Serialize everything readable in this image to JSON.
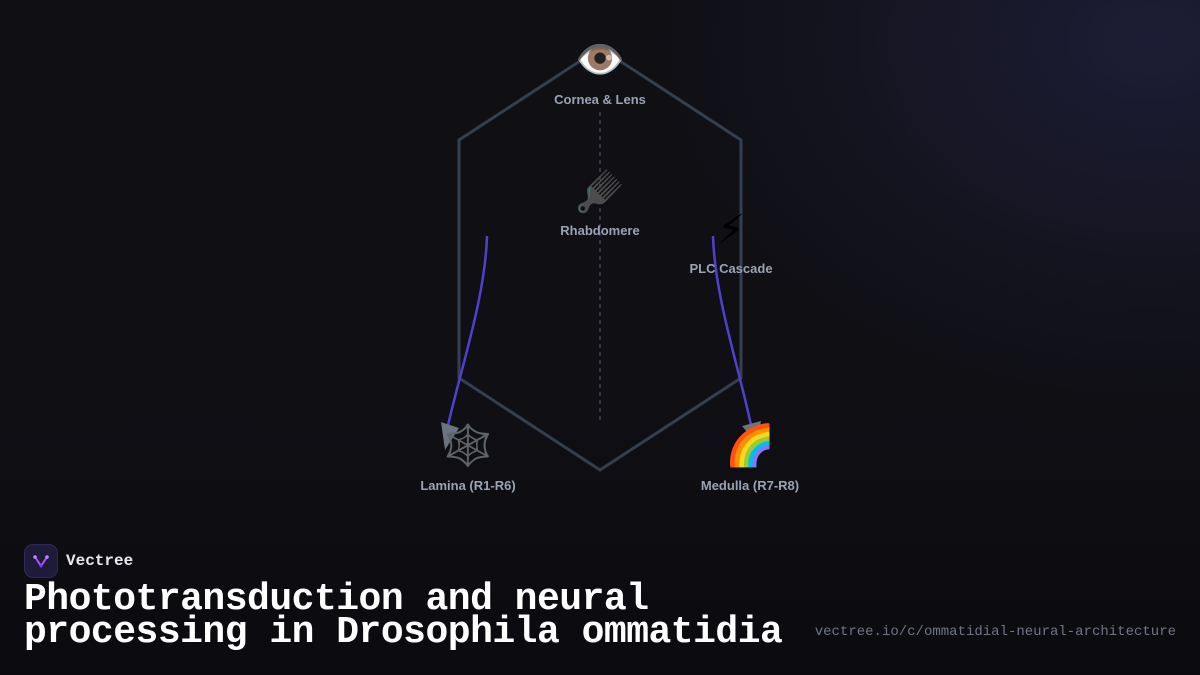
{
  "diagram": {
    "nodes": [
      {
        "id": "cornea",
        "icon": "👁️",
        "icon_name": "eye-icon",
        "label": "Cornea & Lens"
      },
      {
        "id": "rhabdomere",
        "icon": "🪮",
        "icon_name": "comb-icon",
        "label": "Rhabdomere"
      },
      {
        "id": "plc",
        "icon": "⚡",
        "icon_name": "lightning-icon",
        "label": "PLC Cascade"
      },
      {
        "id": "lamina",
        "icon": "🕸️",
        "icon_name": "web-icon",
        "label": "Lamina (R1-R6)"
      },
      {
        "id": "medulla",
        "icon": "🌈",
        "icon_name": "rainbow-icon",
        "label": "Medulla (R7-R8)"
      }
    ],
    "edges": [
      {
        "from": "rhabdomere",
        "to": "lamina"
      },
      {
        "from": "plc",
        "to": "medulla"
      }
    ],
    "colors": {
      "hexagon_stroke": "#34404f",
      "edge_stroke": "#5040d0",
      "arrowhead": "#6b7280",
      "axis": "#3a4656"
    }
  },
  "brand": {
    "name": "Vectree",
    "logo_icon": "vectree-logo-icon"
  },
  "title": "Phototransduction and neural processing in Drosophila ommatidia",
  "url": "vectree.io/c/ommatidial-neural-architecture"
}
